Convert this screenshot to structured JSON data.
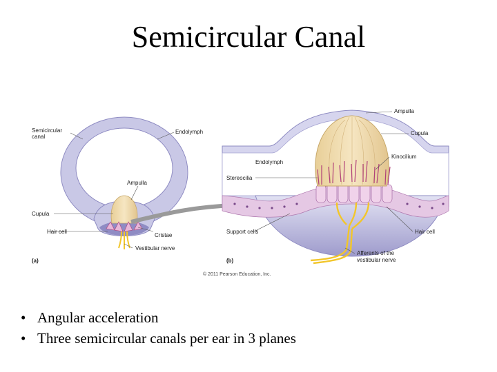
{
  "slide": {
    "title": "Semicircular Canal"
  },
  "diagram": {
    "panel_a": {
      "tag": "(a)",
      "labels": {
        "semicircular_canal_1": "Semicircular",
        "semicircular_canal_2": "canal",
        "endolymph": "Endolymph",
        "ampulla": "Ampulla",
        "cupula": "Cupula",
        "hair_cell": "Hair cell",
        "cristae": "Cristae",
        "vestibular_nerve": "Vestibular nerve"
      }
    },
    "panel_b": {
      "tag": "(b)",
      "labels": {
        "ampulla": "Ampulla",
        "cupula": "Cupula",
        "kinocilium": "Kinocilium",
        "endolymph": "Endolymph",
        "stereocilia": "Stereocilia",
        "support_cells": "Support cells",
        "hair_cell": "Hair cell",
        "afferents_1": "Afferents of the",
        "afferents_2": "vestibular nerve"
      }
    },
    "copyright": "© 2011 Pearson Education, Inc."
  },
  "bullets": {
    "item1": "Angular acceleration",
    "item2": "Three semicircular canals per ear in 3 planes"
  },
  "colors": {
    "membrane": "#c9c9e6",
    "membrane_dark": "#a8a6d2",
    "cupula": "#f0dcb0",
    "cells": "#e3c6e0",
    "hair": "#b0407a",
    "nerve": "#f2c62a",
    "arrow": "#9a9a9a"
  }
}
